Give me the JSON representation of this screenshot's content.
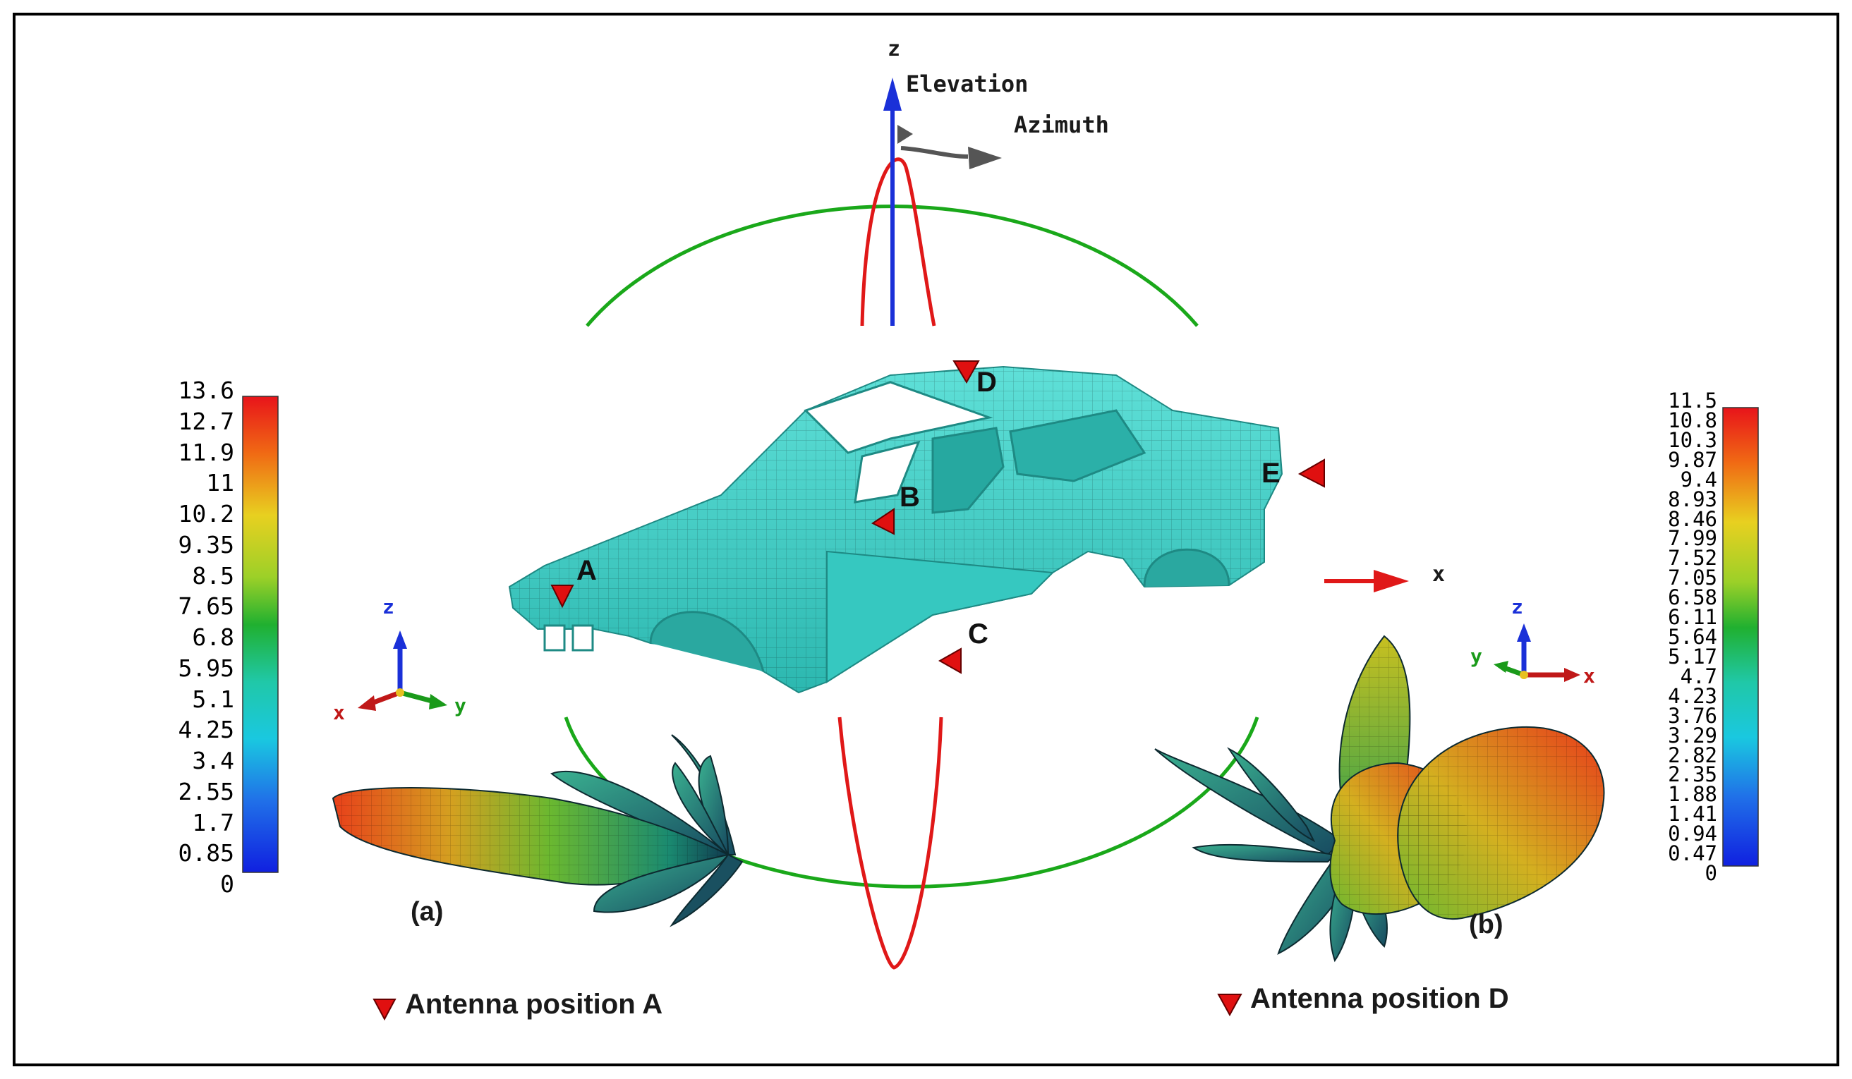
{
  "axes": {
    "z": "z",
    "elevation": "Elevation",
    "azimuth": "Azimuth",
    "x": "x"
  },
  "positions": [
    "A",
    "B",
    "C",
    "D",
    "E"
  ],
  "scale_left": {
    "ticks": [
      "13.6",
      "12.7",
      "11.9",
      "11",
      "10.2",
      "9.35",
      "8.5",
      "7.65",
      "6.8",
      "5.95",
      "5.1",
      "4.25",
      "3.4",
      "2.55",
      "1.7",
      "0.85",
      "0"
    ]
  },
  "scale_right": {
    "ticks": [
      "11.5",
      "10.8",
      "10.3",
      "9.87",
      "9.4",
      "8.93",
      "8.46",
      "7.99",
      "7.52",
      "7.05",
      "6.58",
      "6.11",
      "5.64",
      "5.17",
      "4.7",
      "4.23",
      "3.76",
      "3.29",
      "2.82",
      "2.35",
      "1.88",
      "1.41",
      "0.94",
      "0.47",
      "0"
    ]
  },
  "triad_left": {
    "z": "z",
    "x": "x",
    "y": "y"
  },
  "triad_right": {
    "z": "z",
    "x": "x",
    "y": "y"
  },
  "panel_a": "(a)",
  "panel_b": "(b)",
  "legend_a": "Antenna position A",
  "legend_b": "Antenna position D",
  "colors": {
    "green_circle": "#1aa81a",
    "red_pattern": "#e01818",
    "car": "#3fd0c8",
    "marker": "#e01010"
  }
}
